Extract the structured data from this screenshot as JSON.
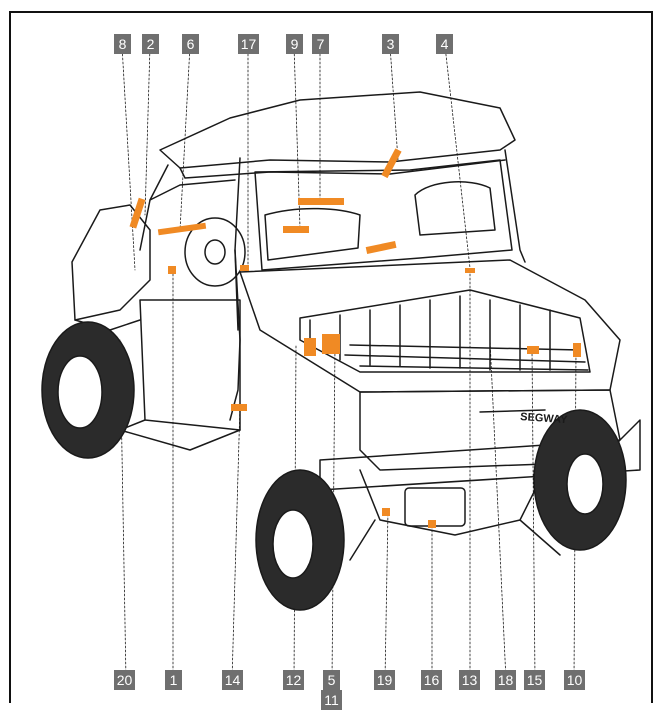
{
  "diagram": {
    "callouts_top": [
      "8",
      "2",
      "6",
      "17",
      "9",
      "7",
      "3",
      "4"
    ],
    "callouts_bottom": [
      "20",
      "1",
      "14",
      "12",
      "5",
      "11",
      "19",
      "16",
      "13",
      "18",
      "15",
      "10"
    ],
    "bumper_text": "SEGWAY"
  },
  "colors": {
    "line": "#1a1a1a",
    "label_fill": "#6f6f6f",
    "label_text": "#ffffff",
    "highlight": "#f08a24",
    "tread": "#2b2b2b"
  }
}
